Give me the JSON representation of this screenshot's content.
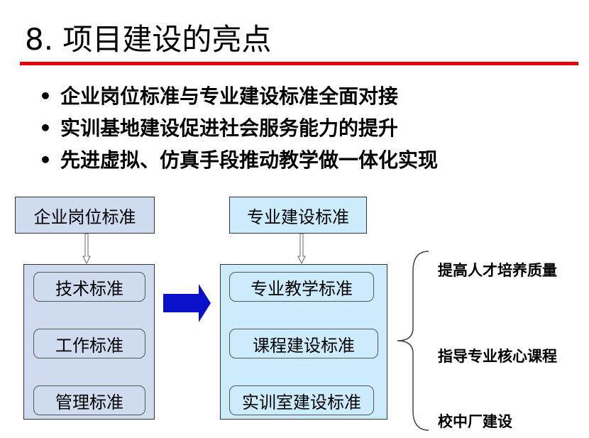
{
  "title": "8. 项目建设的亮点",
  "bullets": [
    "企业岗位标准与专业建设标准全面对接",
    "实训基地建设促进社会服务能力的提升",
    "先进虚拟、仿真手段推动教学做一体化实现"
  ],
  "left": {
    "header": "企业岗位标准",
    "items": [
      "技术标准",
      "工作标准",
      "管理标准"
    ]
  },
  "right": {
    "header": "专业建设标准",
    "items": [
      "专业教学标准",
      "课程建设标准",
      "实训室建设标准"
    ]
  },
  "outcomes": [
    "提高人才培养质量",
    "指导专业核心课程",
    "校中厂建设"
  ],
  "colors": {
    "rule": "#e8000b",
    "arrow": "#0a10c8",
    "left_fill": "#cfdcf0",
    "right_fill": "#ccebfd"
  }
}
